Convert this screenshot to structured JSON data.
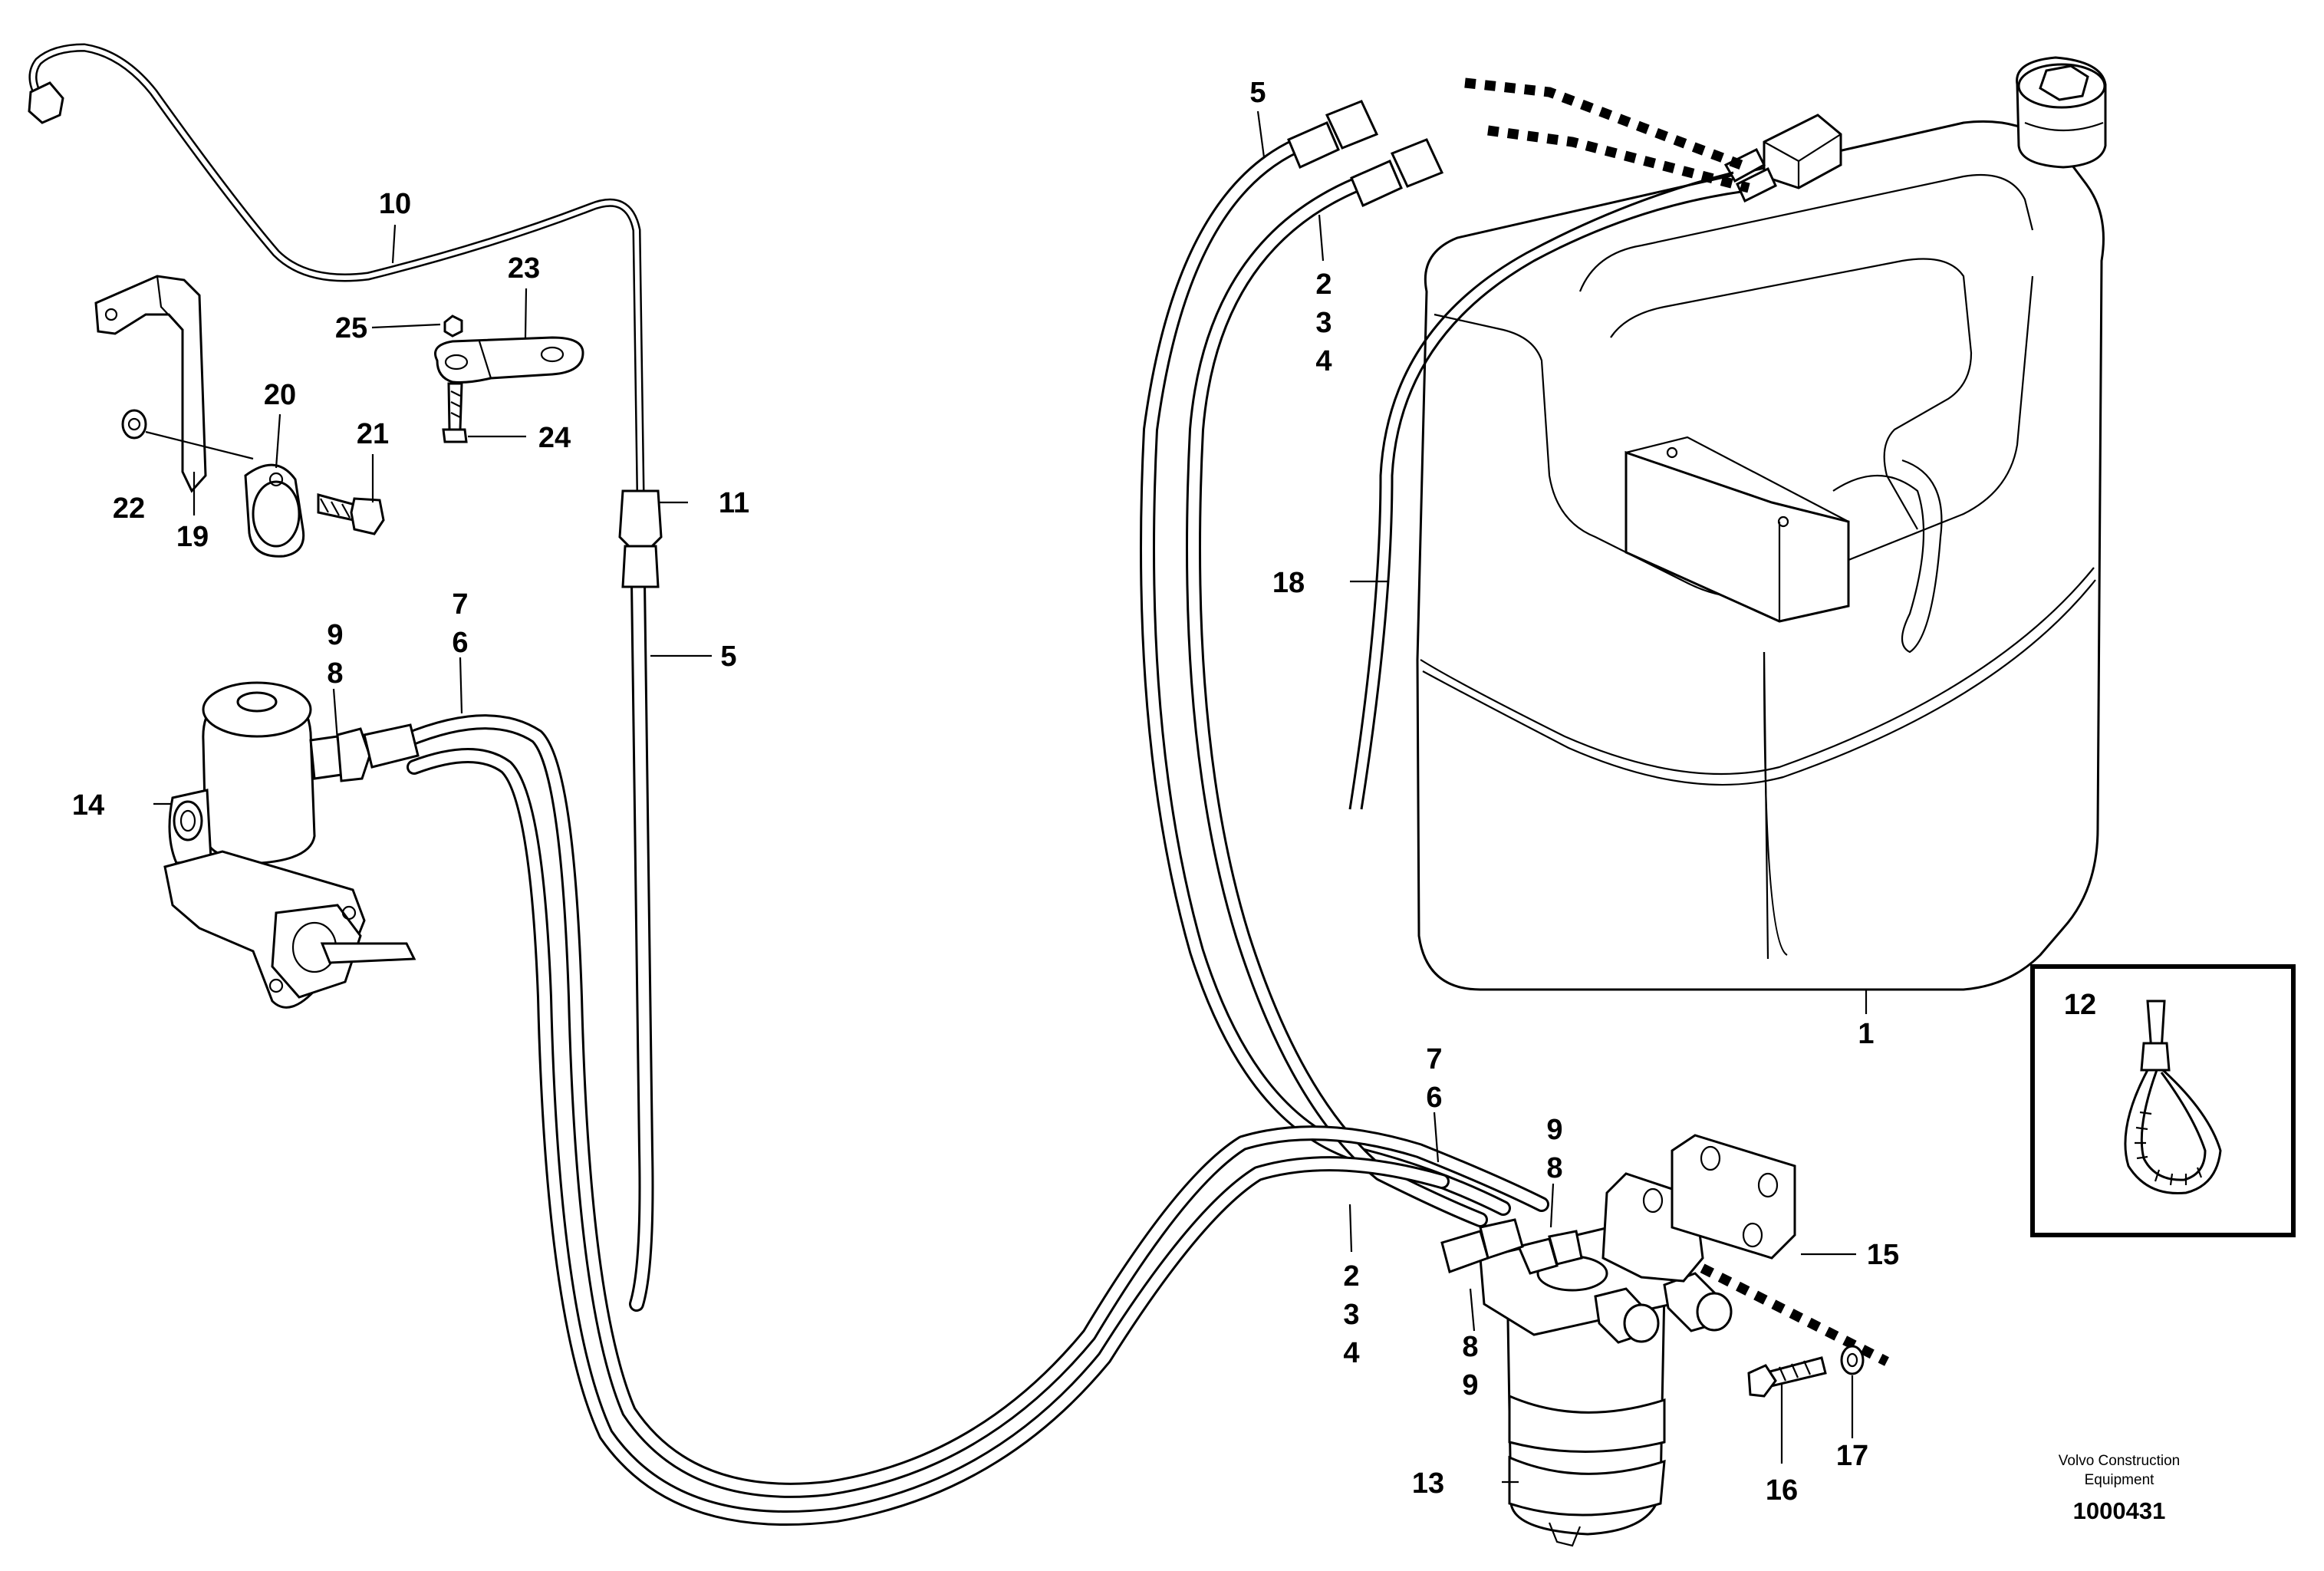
{
  "labels": {
    "l1": "1",
    "l12": "12",
    "l13": "13",
    "l14": "14",
    "l15": "15",
    "l16": "16",
    "l17": "17",
    "l18": "18",
    "l19": "19",
    "l20": "20",
    "l21": "21",
    "l22": "22",
    "l23": "23",
    "l24": "24",
    "l25": "25",
    "l10": "10",
    "l11": "11",
    "l5a": "5",
    "l5b": "5",
    "l234a": [
      "2",
      "3",
      "4"
    ],
    "l234b": [
      "2",
      "3",
      "4"
    ],
    "l98a": [
      "9",
      "8"
    ],
    "l98b": [
      "9",
      "8"
    ],
    "l89": [
      "8",
      "9"
    ],
    "l76a": [
      "7",
      "6"
    ],
    "l76b": [
      "7",
      "6"
    ]
  },
  "footer": {
    "credit_line1": "Volvo Construction",
    "credit_line2": "Equipment",
    "drawing_number": "1000431"
  }
}
